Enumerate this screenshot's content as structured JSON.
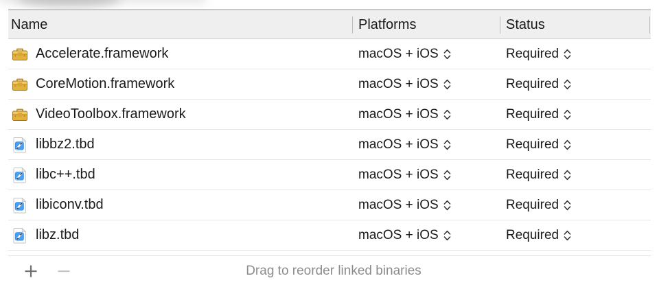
{
  "table": {
    "columns": [
      {
        "key": "name",
        "label": "Name"
      },
      {
        "key": "platforms",
        "label": "Platforms"
      },
      {
        "key": "status",
        "label": "Status"
      }
    ],
    "rows": [
      {
        "icon": "framework-toolbox-icon",
        "name": "Accelerate.framework",
        "platforms": "macOS + iOS",
        "status": "Required"
      },
      {
        "icon": "framework-toolbox-icon",
        "name": "CoreMotion.framework",
        "platforms": "macOS + iOS",
        "status": "Required"
      },
      {
        "icon": "framework-toolbox-icon",
        "name": "VideoToolbox.framework",
        "platforms": "macOS + iOS",
        "status": "Required"
      },
      {
        "icon": "tbd-document-icon",
        "name": "libbz2.tbd",
        "platforms": "macOS + iOS",
        "status": "Required"
      },
      {
        "icon": "tbd-document-icon",
        "name": "libc++.tbd",
        "platforms": "macOS + iOS",
        "status": "Required"
      },
      {
        "icon": "tbd-document-icon",
        "name": "libiconv.tbd",
        "platforms": "macOS + iOS",
        "status": "Required"
      },
      {
        "icon": "tbd-document-icon",
        "name": "libz.tbd",
        "platforms": "macOS + iOS",
        "status": "Required"
      }
    ]
  },
  "footer": {
    "add_label": "+",
    "remove_label": "−",
    "hint": "Drag to reorder linked binaries"
  },
  "colors": {
    "header_background": "#efefef",
    "row_background": "#ffffff",
    "row_separator": "#e6e6e6",
    "text": "#1a1a1a",
    "hint_text": "#8c8c8c",
    "framework_icon": "#e0a82e",
    "tbd_icon_badge": "#4a9ff5"
  }
}
